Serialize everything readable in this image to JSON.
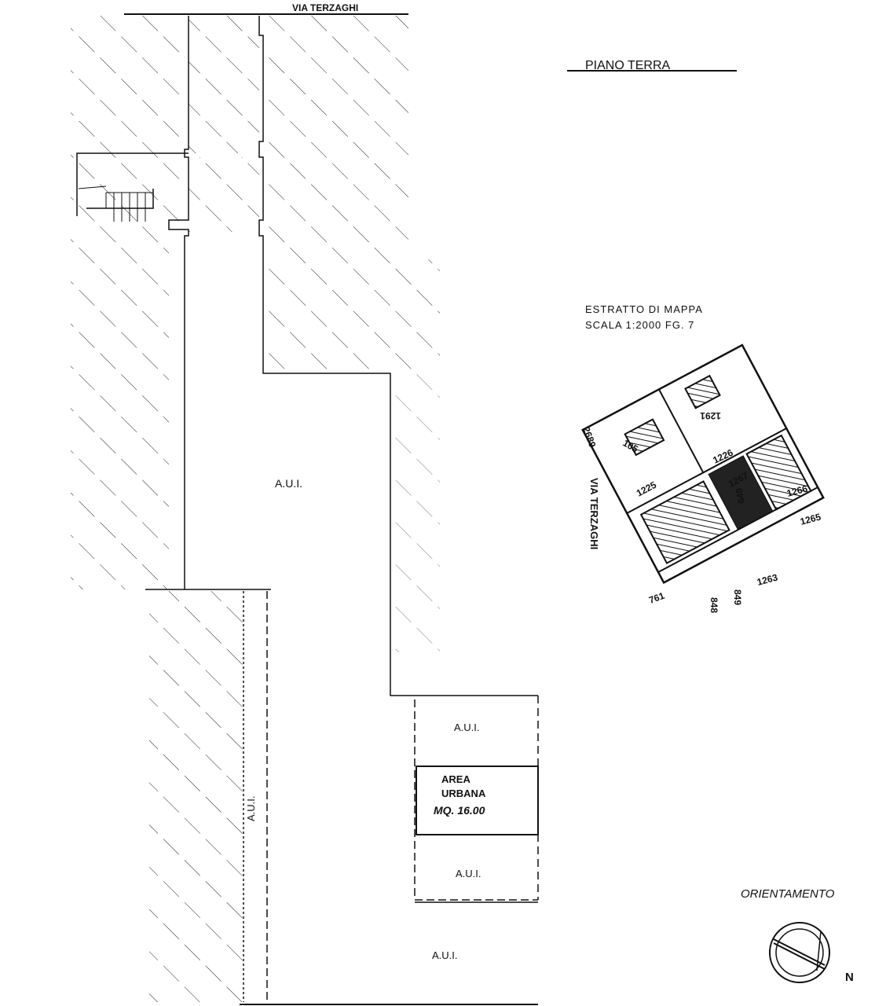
{
  "plan": {
    "street_label": "VIA TERZAGHI",
    "title": "PIANO TERRA",
    "room_labels": [
      "A.U.I.",
      "A.U.I.",
      "A.U.I.",
      "A.U.I.",
      "A.U.I."
    ],
    "area_box": {
      "line1": "AREA",
      "line2": "URBANA",
      "line3": "MQ. 16.00"
    }
  },
  "map_extract": {
    "title_line1": "ESTRATTO DI MAPPA",
    "title_line2": "SCALA 1:2000 FG. 7",
    "street_label": "VIA TERZAGHI",
    "parcels": [
      "2689",
      "105",
      "1291",
      "1226",
      "1225",
      "1267",
      "1266",
      "1265",
      "649",
      "1263",
      "761",
      "848",
      "849"
    ]
  },
  "orientation": {
    "label": "ORIENTAMENTO",
    "north": "N"
  },
  "colors": {
    "ink": "#111111",
    "paper": "#ffffff"
  }
}
